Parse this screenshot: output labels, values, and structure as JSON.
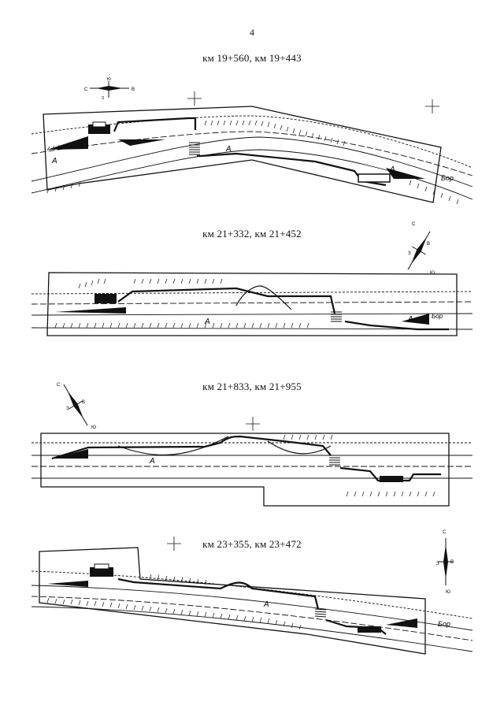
{
  "page": {
    "number": "4"
  },
  "sections": [
    {
      "title": "км 19+560, км 19+443",
      "labels": [
        "А",
        "А",
        "А",
        "Бор"
      ],
      "compass": [
        "С",
        "В",
        "Ю",
        "З"
      ]
    },
    {
      "title": "км 21+332, км 21+452",
      "labels": [
        "А",
        "А",
        "Бор"
      ],
      "compass": [
        "С",
        "В",
        "Ю",
        "З"
      ]
    },
    {
      "title": "км 21+833, км 21+955",
      "labels": [
        "А"
      ],
      "compass": [
        "С",
        "В",
        "Ю",
        "З"
      ]
    },
    {
      "title": "км 23+355, км 23+472",
      "labels": [
        "А",
        "Бор"
      ],
      "compass": [
        "С",
        "В",
        "Ю",
        "З"
      ]
    }
  ]
}
